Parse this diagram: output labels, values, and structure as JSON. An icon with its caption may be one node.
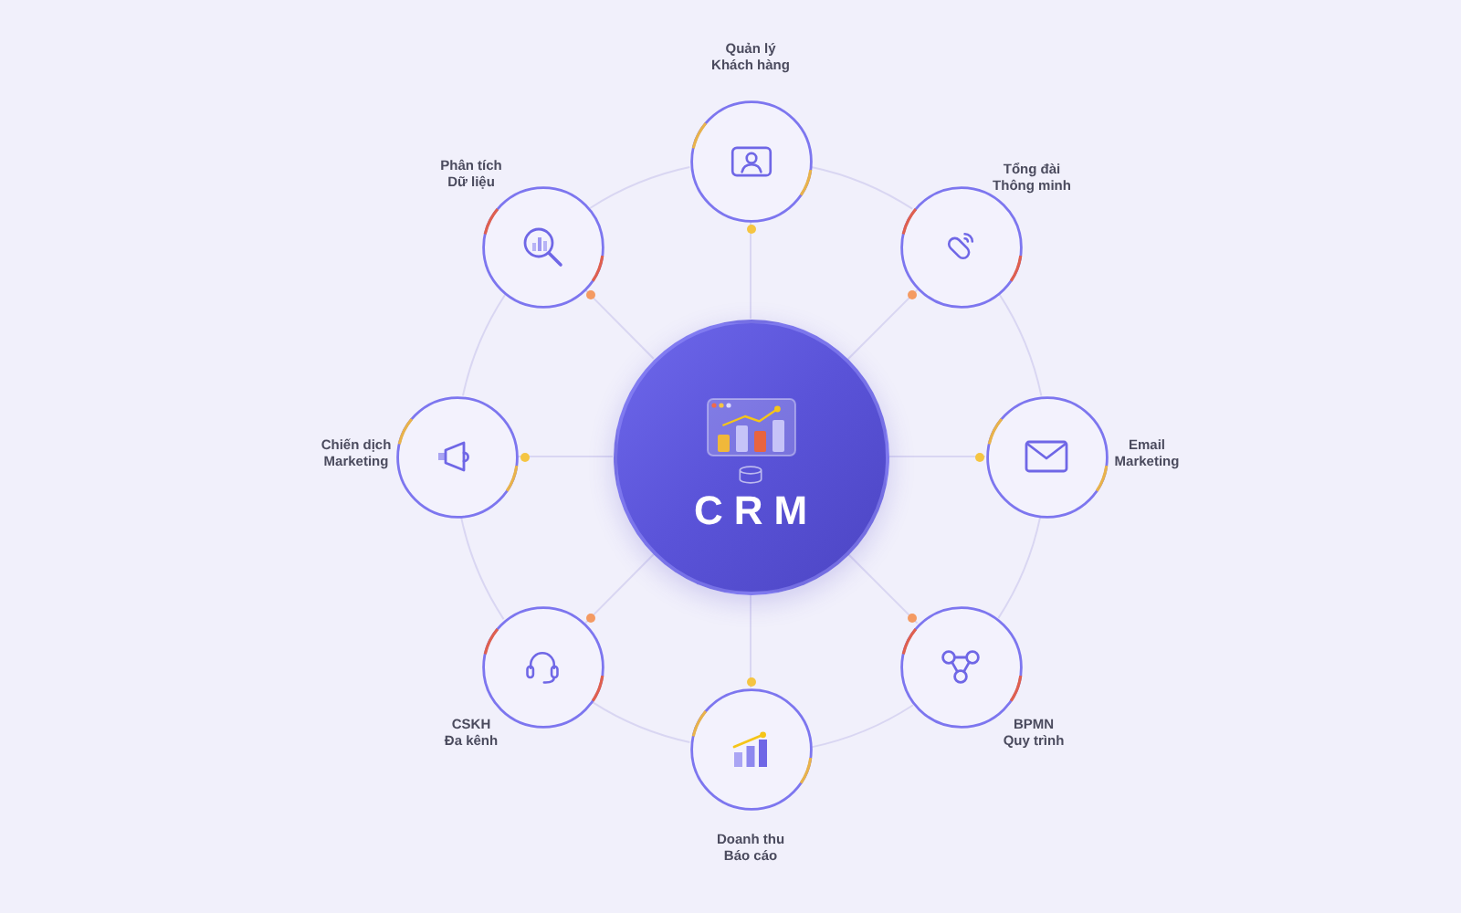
{
  "diagram": {
    "nodes": [
      {
        "text": [
          "Quản lý Khách hàng"
        ]
      },
      {
        "text": [
          "Phân tích Dữ liệu"
        ]
      },
      {
        "text": [
          "Tổng đài Thông minh"
        ]
      },
      {
        "text": [
          "Chiến dịch Marketing"
        ]
      },
      {
        "text": [
          "CRM"
        ]
      },
      {
        "text": [
          "Email Marketing"
        ]
      },
      {
        "text": [
          "CSKH Đa kênh"
        ]
      },
      {
        "text": [
          "BPMN Quy trình"
        ]
      },
      {
        "text": [
          "Doanh thu Báo cáo"
        ]
      }
    ],
    "edges": [
      {
        "from": 4,
        "to": 0,
        "arrow": "none"
      },
      {
        "from": 4,
        "to": 1,
        "arrow": "none"
      },
      {
        "from": 4,
        "to": 2,
        "arrow": "none"
      },
      {
        "from": 4,
        "to": 3,
        "arrow": "none"
      },
      {
        "from": 4,
        "to": 5,
        "arrow": "none"
      },
      {
        "from": 4,
        "to": 6,
        "arrow": "none"
      },
      {
        "from": 4,
        "to": 7,
        "arrow": "none"
      },
      {
        "from": 4,
        "to": 8,
        "arrow": "none"
      },
      {
        "from": 0,
        "to": 2,
        "arrow": "none"
      },
      {
        "from": 2,
        "to": 5,
        "arrow": "none"
      },
      {
        "from": 5,
        "to": 7,
        "arrow": "none"
      },
      {
        "from": 7,
        "to": 8,
        "arrow": "none"
      },
      {
        "from": 8,
        "to": 6,
        "arrow": "none"
      },
      {
        "from": 6,
        "to": 3,
        "arrow": "none"
      },
      {
        "from": 3,
        "to": 1,
        "arrow": "none"
      },
      {
        "from": 1,
        "to": 0,
        "arrow": "none"
      }
    ]
  }
}
